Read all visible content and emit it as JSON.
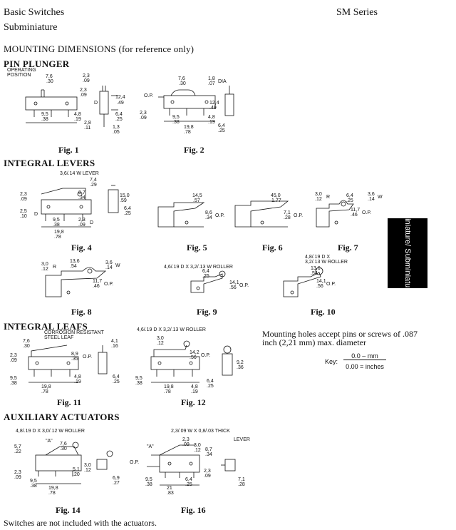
{
  "header": {
    "title": "Basic Switches",
    "subtitle": "Subminiature",
    "series": "SM Series"
  },
  "heading": "MOUNTING DIMENSIONS (for reference only)",
  "sections": {
    "pin_plunger": "PIN PLUNGER",
    "integral_levers": "INTEGRAL LEVERS",
    "integral_leafs": "INTEGRAL LEAFS",
    "auxiliary_actuators": "AUXILIARY ACTUATORS"
  },
  "side_tab": "Miniature/ Subminiature",
  "figures": {
    "f1": {
      "caption": "Fig. 1",
      "labels": [
        "OPERATING",
        "POSITION",
        "7,6",
        ".30",
        "2,3",
        ".09",
        "2,3",
        ".09",
        "12,4",
        ".49",
        "D",
        "9,5",
        ".38",
        "4,8",
        ".19",
        "2,8",
        ".11",
        "6,4",
        ".25",
        "1,3",
        ".05"
      ]
    },
    "f2": {
      "caption": "Fig. 2",
      "labels": [
        "7,6",
        ".30",
        "1,8",
        ".07",
        "DIA",
        "O.P.",
        "12,4",
        ".49",
        "2,3",
        ".09",
        "9,5",
        ".38",
        "19,8",
        ".78",
        "4,8",
        ".19",
        "6,4",
        ".25"
      ]
    },
    "f4": {
      "caption": "Fig. 4",
      "labels": [
        "3,6/.14 W LEVER",
        "7,4",
        ".29",
        "8,7",
        ".34",
        "15,0",
        ".59",
        "6,4",
        ".25",
        "2,3",
        ".09",
        "2,5",
        ".10",
        "D",
        "9,5",
        ".38",
        "2,3",
        ".09",
        "D",
        "19,8",
        ".78"
      ]
    },
    "f5": {
      "caption": "Fig. 5",
      "labels": [
        "14,5",
        ".57",
        "8,6",
        ".34",
        "O.P."
      ]
    },
    "f6": {
      "caption": "Fig. 6",
      "labels": [
        "45,0",
        "1.77",
        "7,1",
        ".28",
        "O.P."
      ]
    },
    "f7": {
      "caption": "Fig. 7",
      "labels": [
        "3,0",
        ".12",
        "R",
        "6,4",
        ".25",
        "3,6",
        ".14",
        "W",
        "11,7",
        ".46",
        "O.P."
      ]
    },
    "f8": {
      "caption": "Fig. 8",
      "labels": [
        "3,0",
        ".12",
        "R",
        "13,6",
        ".54",
        "3,6",
        ".14",
        "W",
        "11,7",
        ".46",
        "O.P."
      ]
    },
    "f9": {
      "caption": "Fig. 9",
      "labels": [
        "4,6/.19 D X 3,2/.13 W ROLLER",
        "6,4",
        ".25",
        "14,1",
        ".56",
        "O.P."
      ]
    },
    "f10": {
      "caption": "Fig. 10",
      "labels": [
        "4,8/.19 D X",
        "3,2/.13 W ROLLER",
        "13,6",
        ".54",
        "14,1",
        ".56",
        "O.P."
      ]
    },
    "f11": {
      "caption": "Fig. 11",
      "labels": [
        "CORROSION RESISTANT",
        "STEEL LEAF",
        "7,6",
        ".30",
        "2,3",
        ".09",
        "8,9",
        ".35",
        "O.P.",
        "4,1",
        ".16",
        "9,5",
        ".38",
        "19,8",
        ".78",
        "4,8",
        ".19",
        "6,4",
        ".25"
      ]
    },
    "f12": {
      "caption": "Fig. 12",
      "labels": [
        "4,6/.19 D X 3,2/.13 W ROLLER",
        "3,0",
        ".12",
        "14,2",
        ".56",
        "O.P.",
        "9,2",
        ".36",
        "9,5",
        ".38",
        "19,8",
        ".78",
        "4,8",
        ".19",
        "6,4",
        ".25"
      ]
    },
    "f14": {
      "caption": "Fig. 14",
      "labels": [
        "4,8/.19 D X 3,0/.12 W ROLLER",
        "\"A\"",
        "5,7",
        ".22",
        "7,6",
        ".30",
        "2,3",
        ".09",
        "5,1",
        ".20",
        "3,0",
        ".12",
        "9,5",
        ".38",
        "19,8",
        ".78",
        "6,9",
        ".27"
      ]
    },
    "f16": {
      "caption": "Fig. 16",
      "labels": [
        "2,3/.09 W X 0,8/.03 THICK",
        "LEVER",
        "\"A\"",
        "2,3",
        ".09",
        "3,0",
        ".12",
        "8,7",
        ".34",
        "O.P.",
        "2,3",
        ".09",
        "9,5",
        ".38",
        "21",
        ".83",
        "6,4",
        ".25",
        "7,1",
        ".28"
      ]
    }
  },
  "mounting_note": "Mounting holes accept pins or screws of .087 inch (2,21 mm) max. diameter",
  "key": {
    "label": "Key:",
    "top": "0.0 – mm",
    "bottom": "0.00 = inches"
  },
  "footer": "Switches are not included with the actuators."
}
